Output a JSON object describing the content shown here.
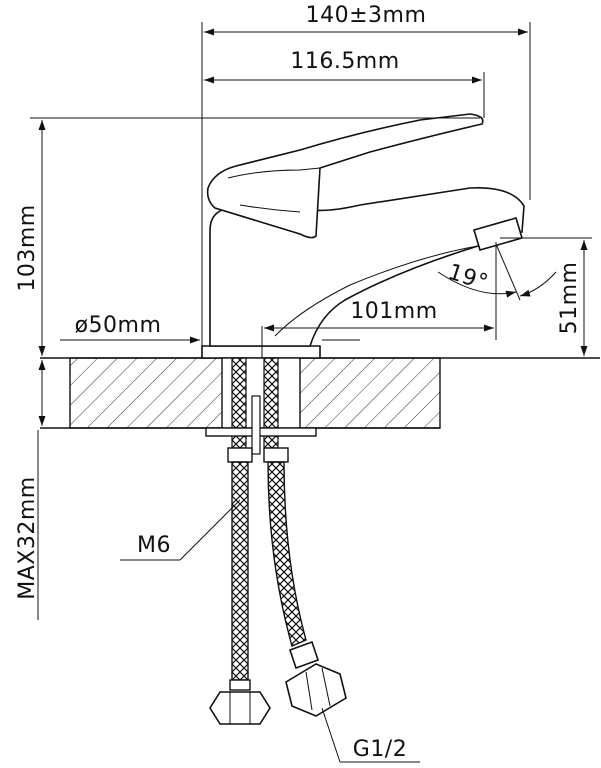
{
  "dimensions": {
    "total_width": "140±3mm",
    "body_width": "116.5mm",
    "height": "103mm",
    "base_diameter": "ø50mm",
    "spout_reach": "101mm",
    "spout_height": "51mm",
    "spout_angle": "19°",
    "max_thickness": "MAX32mm"
  },
  "callouts": {
    "thread": "M6",
    "connection": "G1/2"
  }
}
